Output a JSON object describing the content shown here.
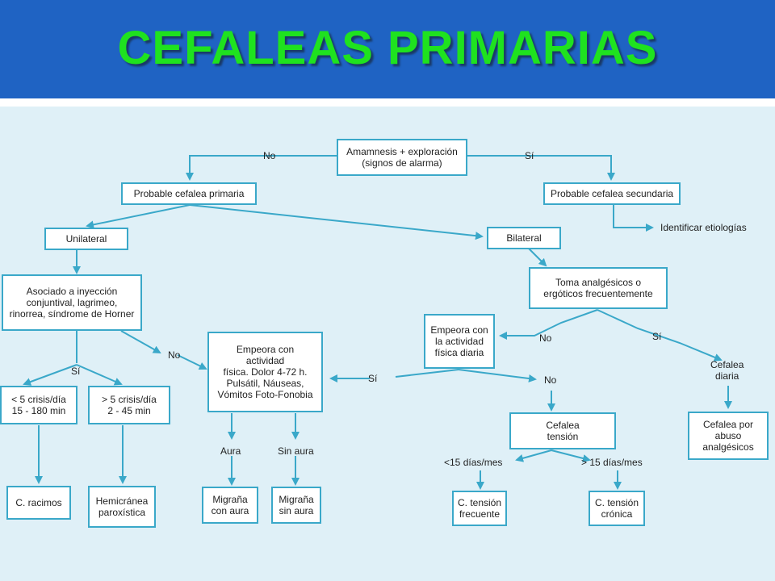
{
  "title": "CEFALEAS  PRIMARIAS",
  "colors": {
    "header": "#1f63c3",
    "title": "#1fe21f",
    "box_border": "#3aa8c9",
    "background": "#dff0f7"
  },
  "nodes": {
    "amamnesis": "Amamnesis + exploración\n(signos de alarma)",
    "probable_primaria": "Probable cefalea primaria",
    "probable_secundaria": "Probable cefalea secundaria",
    "unilateral": "Unilateral",
    "bilateral": "Bilateral",
    "asociado": "Asociado a inyección\nconjuntival, lagrimeo,\nrinorrea, síndrome de Horner",
    "toma_analgesicos": "Toma analgésicos o\nergóticos frecuentemente",
    "empeora_actividad": "Empeora con\nla actividad\nfísica diaria",
    "empeora_con": "Empeora con\nactividad\nfísica. Dolor 4-72 h.\nPulsátil, Náuseas,\nVómitos Foto-Fonobia",
    "lt5_crisis": "< 5 crisis/día\n15 - 180 min",
    "gt5_crisis": "> 5 crisis/día\n2 - 45 min",
    "c_racimos": "C. racimos",
    "hemicranea": "Hemicránea\nparoxística",
    "migrana_con_aura": "Migraña\ncon aura",
    "migrana_sin_aura": "Migraña\nsin aura",
    "cefalea_tension": "Cefalea\ntensión",
    "c_tension_frecuente": "C. tensión\nfrecuente",
    "c_tension_cronica": "C. tensión\ncrónica",
    "cefalea_abuso": "Cefalea por\nabuso\nanalgésicos"
  },
  "labels": {
    "no_top": "No",
    "si_top": "Sí",
    "identificar": "Identificar etiologías",
    "no_toma": "No",
    "si_toma": "Sí",
    "cefalea_diaria": "Cefalea\ndiaria",
    "si_asociado": "Sí",
    "no_asociado": "No",
    "si_empeora": "Sí",
    "no_empeora": "No",
    "aura": "Aura",
    "sin_aura": "Sin aura",
    "lt15": "<15 días/mes",
    "gt15": "> 15 días/mes"
  }
}
